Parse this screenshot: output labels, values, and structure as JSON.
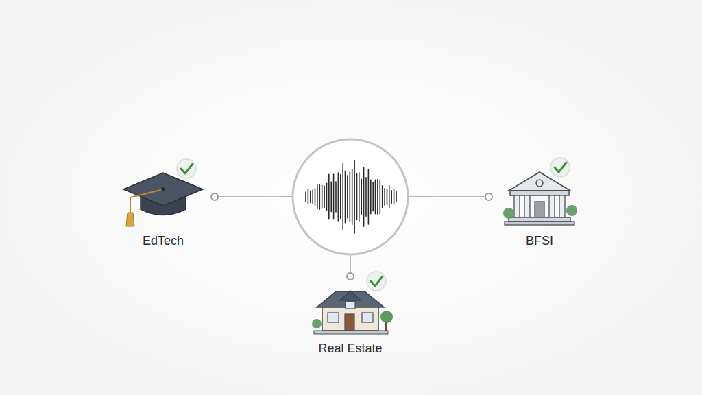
{
  "diagram": {
    "labels": [
      "EdTech",
      "BFSI",
      "Real Estate"
    ]
  }
}
